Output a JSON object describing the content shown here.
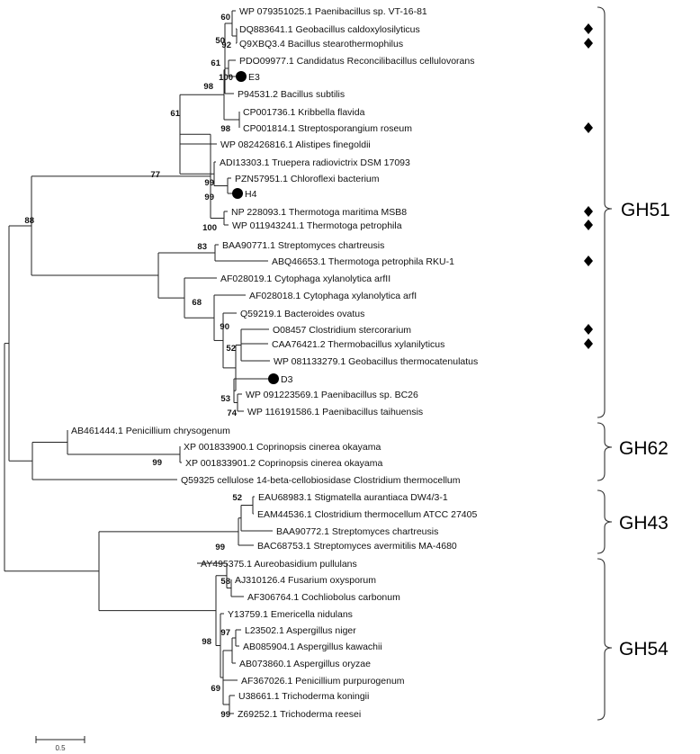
{
  "leaves": [
    {
      "id": "L01",
      "label": "WP 079351025.1 Paenibacillus sp. VT-16-81"
    },
    {
      "id": "L02",
      "label": "DQ883641.1 Geobacillus caldoxylosilyticus",
      "diamond": true
    },
    {
      "id": "L03",
      "label": "Q9XBQ3.4 Bacillus stearothermophilus",
      "diamond": true
    },
    {
      "id": "L04",
      "label": "PDO09977.1 Candidatus Reconcilibacillus cellulovorans"
    },
    {
      "id": "L05",
      "label": "E3",
      "dot": true
    },
    {
      "id": "L06",
      "label": "P94531.2 Bacillus subtilis"
    },
    {
      "id": "L07",
      "label": "CP001736.1 Kribbella flavida"
    },
    {
      "id": "L08",
      "label": "CP001814.1 Streptosporangium roseum",
      "diamond": true
    },
    {
      "id": "L09",
      "label": "WP 082426816.1 Alistipes finegoldii"
    },
    {
      "id": "L10",
      "label": "ADI13303.1 Truepera radiovictrix DSM 17093"
    },
    {
      "id": "L11",
      "label": "PZN57951.1 Chloroflexi bacterium"
    },
    {
      "id": "L12",
      "label": "H4",
      "dot": true
    },
    {
      "id": "L13",
      "label": "NP 228093.1 Thermotoga maritima MSB8",
      "diamond": true
    },
    {
      "id": "L14",
      "label": "WP 011943241.1 Thermotoga petrophila",
      "diamond": true
    },
    {
      "id": "L15",
      "label": "BAA90771.1 Streptomyces chartreusis"
    },
    {
      "id": "L16",
      "label": "ABQ46653.1 Thermotoga petrophila RKU-1",
      "diamond": true
    },
    {
      "id": "L17",
      "label": "AF028019.1 Cytophaga xylanolytica arfII"
    },
    {
      "id": "L18",
      "label": "AF028018.1 Cytophaga xylanolytica arfI"
    },
    {
      "id": "L19",
      "label": "Q59219.1 Bacteroides ovatus"
    },
    {
      "id": "L20",
      "label": "O08457 Clostridium stercorarium",
      "diamond": true
    },
    {
      "id": "L21",
      "label": "CAA76421.2 Thermobacillus xylanilyticus",
      "diamond": true
    },
    {
      "id": "L22",
      "label": "WP 081133279.1 Geobacillus thermocatenulatus"
    },
    {
      "id": "L23",
      "label": "D3",
      "dot": true
    },
    {
      "id": "L24",
      "label": "WP 091223569.1 Paenibacillus sp. BC26"
    },
    {
      "id": "L25",
      "label": "WP 116191586.1 Paenibacillus taihuensis"
    },
    {
      "id": "L26",
      "label": "AB461444.1 Penicillium chrysogenum"
    },
    {
      "id": "L27",
      "label": "XP 001833900.1 Coprinopsis cinerea okayama"
    },
    {
      "id": "L28",
      "label": "XP 001833901.2 Coprinopsis cinerea okayama"
    },
    {
      "id": "L29",
      "label": "Q59325 cellulose 14-beta-cellobiosidase Clostridium thermocellum"
    },
    {
      "id": "L30",
      "label": "EAU68983.1 Stigmatella aurantiaca DW4/3-1"
    },
    {
      "id": "L31",
      "label": "EAM44536.1 Clostridium thermocellum ATCC 27405"
    },
    {
      "id": "L32",
      "label": "BAA90772.1 Streptomyces chartreusis"
    },
    {
      "id": "L33",
      "label": "BAC68753.1 Streptomyces avermitilis MA-4680"
    },
    {
      "id": "L34",
      "label": "AY495375.1 Aureobasidium pullulans"
    },
    {
      "id": "L35",
      "label": "AJ310126.4 Fusarium oxysporum"
    },
    {
      "id": "L36",
      "label": "AF306764.1 Cochliobolus carbonum"
    },
    {
      "id": "L37",
      "label": "Y13759.1 Emericella nidulans"
    },
    {
      "id": "L38",
      "label": "L23502.1 Aspergillus niger"
    },
    {
      "id": "L39",
      "label": "AB085904.1 Aspergillus kawachii"
    },
    {
      "id": "L40",
      "label": "AB073860.1 Aspergillus oryzae"
    },
    {
      "id": "L41",
      "label": "AF367026.1 Penicillium purpurogenum"
    },
    {
      "id": "L42",
      "label": "U38661.1 Trichoderma koningii"
    },
    {
      "id": "L43",
      "label": "Z69252.1 Trichoderma reesei"
    }
  ],
  "bootstrap_values": [
    "60",
    "92",
    "50",
    "100",
    "61",
    "98",
    "98",
    "61",
    "99",
    "99",
    "77",
    "100",
    "88",
    "83",
    "68",
    "90",
    "52",
    "53",
    "74",
    "99",
    "52",
    "99",
    "58",
    "98",
    "97",
    "69",
    "99"
  ],
  "families": [
    {
      "name": "GH51"
    },
    {
      "name": "GH62"
    },
    {
      "name": "GH43"
    },
    {
      "name": "GH54"
    }
  ],
  "scale_bar": {
    "label": "0.5",
    "value": 0.5
  },
  "colors": {
    "line": "#222222",
    "text": "#111111",
    "marker": "#000000"
  }
}
